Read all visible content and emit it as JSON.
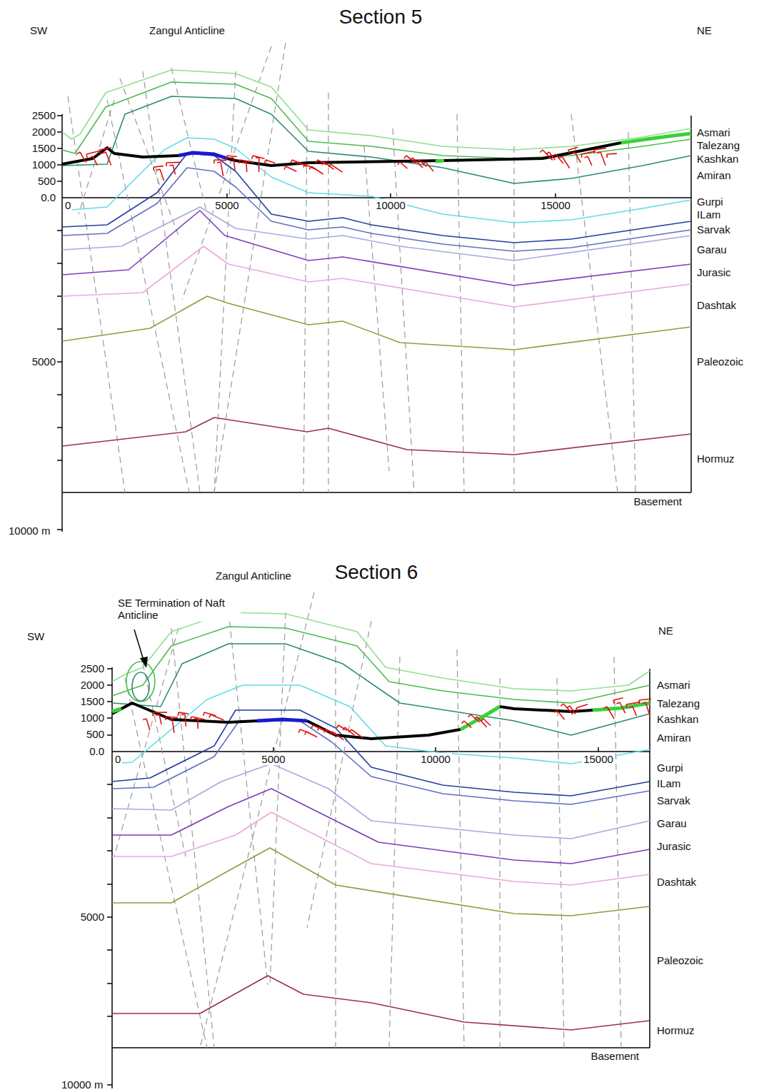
{
  "diagram": {
    "labels": [
      "Section 5",
      "SW",
      "Zangul Anticline",
      "NE",
      "2500",
      "2000",
      "1500",
      "1000",
      "500",
      "0.0",
      "0",
      "5000",
      "10000",
      "15000",
      "5000",
      "10000 m",
      "Asmari",
      "Talezang",
      "Kashkan",
      "Amiran",
      "Gurpi",
      "ILam",
      "Sarvak",
      "Garau",
      "Jurasic",
      "Dashtak",
      "Paleozoic",
      "Hormuz",
      "Basement",
      "Zangul Anticline",
      "Section 6",
      "SE Termination of Naft Anticline",
      "SW",
      "NE",
      "2500",
      "2000",
      "1500",
      "1000",
      "500",
      "0.0",
      "0",
      "5000",
      "10000",
      "15000",
      "5000",
      "10000 m",
      "Asmari",
      "Talezang",
      "Kashkan",
      "Amiran",
      "Gurpi",
      "ILam",
      "Sarvak",
      "Garau",
      "Jurasic",
      "Dashtak",
      "Paleozoic",
      "Hormuz",
      "Basement"
    ]
  }
}
